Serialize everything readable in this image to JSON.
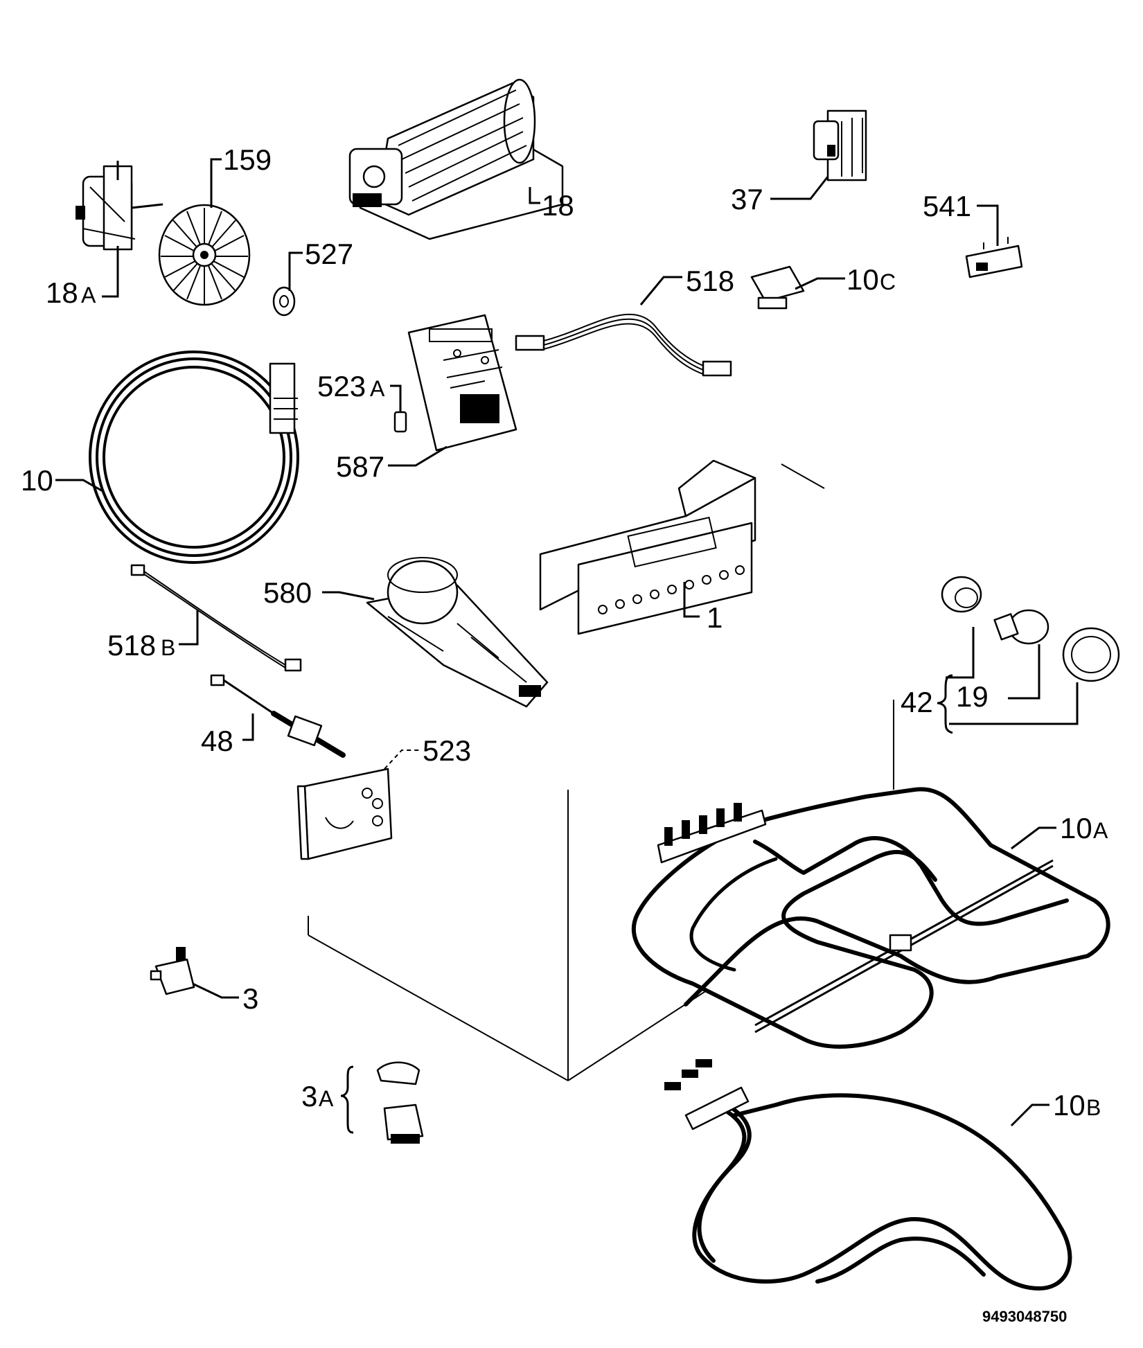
{
  "labels": {
    "p18A": {
      "main": "18",
      "suffix": "A"
    },
    "p159": "159",
    "p527": "527",
    "p18": "18",
    "p37": "37",
    "p541": "541",
    "p518": "518",
    "p10C": {
      "main": "10",
      "suffix": "C"
    },
    "p523A": {
      "main": "523",
      "suffix": "A"
    },
    "p587": "587",
    "p10": "10",
    "p580": "580",
    "p1": "1",
    "p518B": {
      "main": "518",
      "suffix": "B"
    },
    "p42": "42",
    "p19": "19",
    "p48": "48",
    "p523": "523",
    "p10A": {
      "main": "10",
      "suffix": "A"
    },
    "p3": "3",
    "p3A": {
      "main": "3",
      "suffix": "A"
    },
    "p10B": {
      "main": "10",
      "suffix": "B"
    }
  },
  "document_number": "9493048750"
}
